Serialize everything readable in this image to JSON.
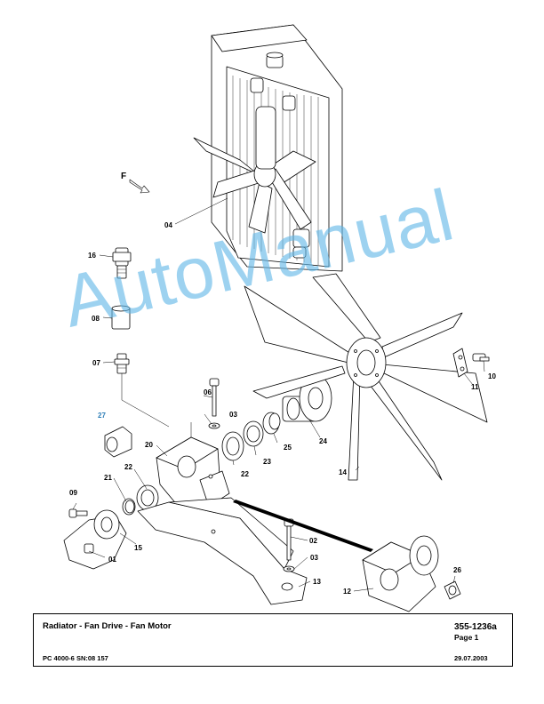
{
  "callouts": {
    "c16": "16",
    "c08": "08",
    "c07": "07",
    "c04": "04",
    "c06": "06",
    "c03a": "03",
    "c27": "27",
    "c20": "20",
    "c22a": "22",
    "c22b": "22",
    "c21": "21",
    "c23": "23",
    "c25": "25",
    "c24": "24",
    "c09": "09",
    "c15": "15",
    "c01": "01",
    "c02": "02",
    "c03b": "03",
    "c13": "13",
    "c12": "12",
    "c26": "26",
    "c14": "14",
    "c10": "10",
    "c11": "11"
  },
  "front_marker": "F",
  "watermark": "AutoManual",
  "title_block": {
    "title": "Radiator - Fan Drive - Fan Motor",
    "doc_number": "355-1236a",
    "page": "Page 1",
    "model": "PC 4000-6 SN:08 157",
    "date": "29.07.2003"
  },
  "colors": {
    "ink": "#000000",
    "watermark": "#62b8e8",
    "highlight": "#2f7fb8"
  }
}
